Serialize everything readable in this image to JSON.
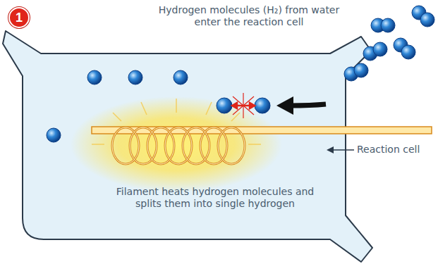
{
  "diagram": {
    "labels": [
      "1",
      "Hydrogen molecules (H₂) from water enter the reaction cell",
      "Filament heats hydrogen molecules and splits them into single hydrogen",
      "Reaction cell"
    ]
  }
}
